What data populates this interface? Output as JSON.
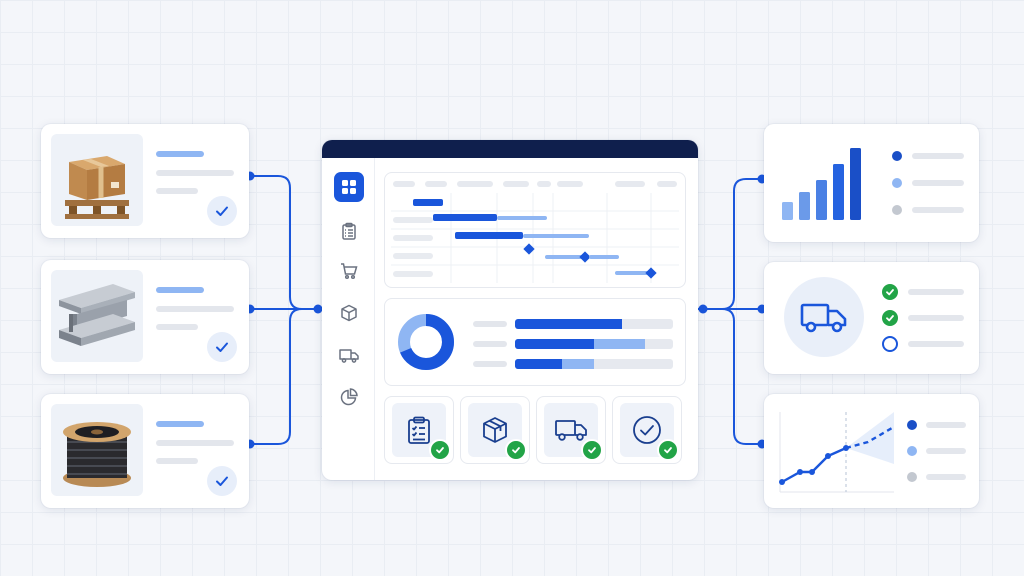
{
  "colors": {
    "primary": "#1a56db",
    "light_blue": "#8fb6f3",
    "navy": "#0f1f4d",
    "success": "#22a447",
    "gray_bar": "#e3e6ec"
  },
  "inputs": [
    {
      "name": "cardboard-box-pallet",
      "icon": "box-pallet-icon",
      "status_icon": "check-icon"
    },
    {
      "name": "steel-i-beams",
      "icon": "steel-beam-icon",
      "status_icon": "check-icon"
    },
    {
      "name": "cable-spool",
      "icon": "cable-spool-icon",
      "status_icon": "check-icon"
    }
  ],
  "dashboard": {
    "sidebar_icons": [
      "grid-icon",
      "clipboard-icon",
      "cart-icon",
      "package-icon",
      "truck-icon",
      "pie-chart-icon"
    ],
    "tiles": [
      "clipboard-checklist-icon",
      "package-icon",
      "truck-icon",
      "check-circle-icon"
    ]
  },
  "outputs": {
    "bar_chart": {
      "icon": "bar-chart-icon",
      "legend_icons": [
        "dot-dark",
        "dot-light",
        "dot-gray"
      ]
    },
    "delivery": {
      "icon": "truck-icon",
      "status_icons": [
        "check-icon",
        "check-icon",
        "empty-circle-icon"
      ]
    },
    "forecast": {
      "icon": "line-forecast-icon",
      "legend_icons": [
        "dot-dark",
        "dot-light",
        "dot-gray"
      ]
    }
  }
}
